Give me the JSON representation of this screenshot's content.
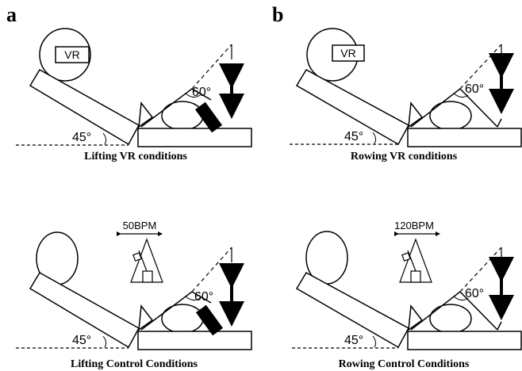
{
  "panel_labels": {
    "a": "a",
    "b": "b"
  },
  "panels": [
    {
      "id": "lifting-vr",
      "caption": "Lifting VR conditions",
      "headset_label": "VR",
      "seat_angle": "45°",
      "knee_angle": "60°",
      "metronome_label": "",
      "load_block": true
    },
    {
      "id": "rowing-vr",
      "caption": "Rowing VR conditions",
      "headset_label": "VR",
      "seat_angle": "45°",
      "knee_angle": "60°",
      "metronome_label": "",
      "load_block": false
    },
    {
      "id": "lifting-control",
      "caption": "Lifting Control Conditions",
      "headset_label": "",
      "seat_angle": "45°",
      "knee_angle": "60°",
      "metronome_label": "50BPM",
      "load_block": true
    },
    {
      "id": "rowing-control",
      "caption": "Rowing Control Conditions",
      "headset_label": "",
      "seat_angle": "45°",
      "knee_angle": "60°",
      "metronome_label": "120BPM",
      "load_block": false
    }
  ]
}
